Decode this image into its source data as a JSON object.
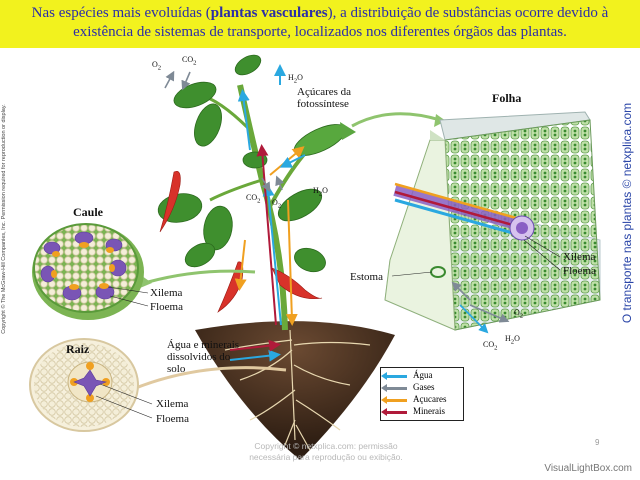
{
  "header": {
    "text_before": "Nas espécies mais evoluídas (",
    "text_bold": "plantas vasculares",
    "text_after": "), a distribuição de substâncias ocorre devido à existência de sistemas de transporte, localizados nos diferentes órgãos das plantas."
  },
  "side_copyright": "Copyright © The McGraw-Hill Companies, Inc. Permission required for reproduction or display.",
  "side_title": "O transporte nas plantas © netxplica.com",
  "labels": {
    "caule": "Caule",
    "raiz": "Raiz",
    "folha": "Folha",
    "acucares_fotossintese": "Açúcares da fotossíntese",
    "agua_minerais": "Água e minerais dissolvidos do solo",
    "estoma": "Estoma",
    "xilema": "Xilema",
    "floema": "Floema"
  },
  "chemicals": {
    "o2": "O",
    "co2": "CO",
    "h2o_h": "H",
    "h2o_o": "O",
    "sub2": "2"
  },
  "legend": {
    "items": [
      {
        "label": "Água",
        "color": "#2aa8e0"
      },
      {
        "label": "Gases",
        "color": "#7f8a96"
      },
      {
        "label": "Açucares",
        "color": "#f0a020"
      },
      {
        "label": "Minerais",
        "color": "#b01a3a"
      }
    ]
  },
  "credit": {
    "line1": "Copyright © netxplica.com: permissão",
    "line2": "necessária para reprodução ou exibição."
  },
  "page_number": "9",
  "brand": "VisualLightBox.com"
}
